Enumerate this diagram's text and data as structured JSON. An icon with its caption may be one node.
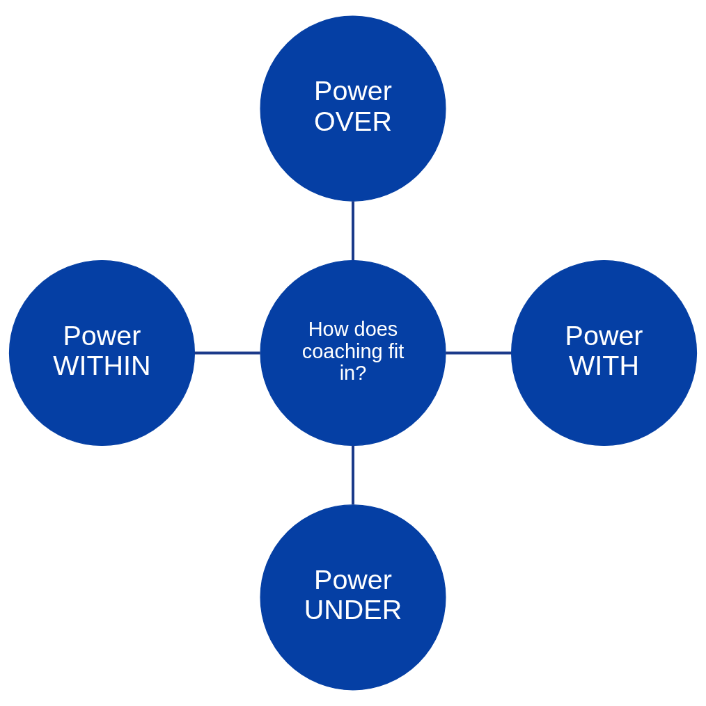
{
  "diagram": {
    "nodes": [
      {
        "text": [
          "Power OVER"
        ]
      },
      {
        "text": [
          "Power WITHIN"
        ]
      },
      {
        "text": [
          "How does coaching fit in?"
        ]
      },
      {
        "text": [
          "Power WITH"
        ]
      },
      {
        "text": [
          "Power UNDER"
        ]
      }
    ],
    "edges": [
      {
        "from": 0,
        "to": 2,
        "arrow": "none"
      },
      {
        "from": 1,
        "to": 2,
        "arrow": "none"
      },
      {
        "from": 2,
        "to": 3,
        "arrow": "none"
      },
      {
        "from": 2,
        "to": 4,
        "arrow": "none"
      }
    ]
  }
}
